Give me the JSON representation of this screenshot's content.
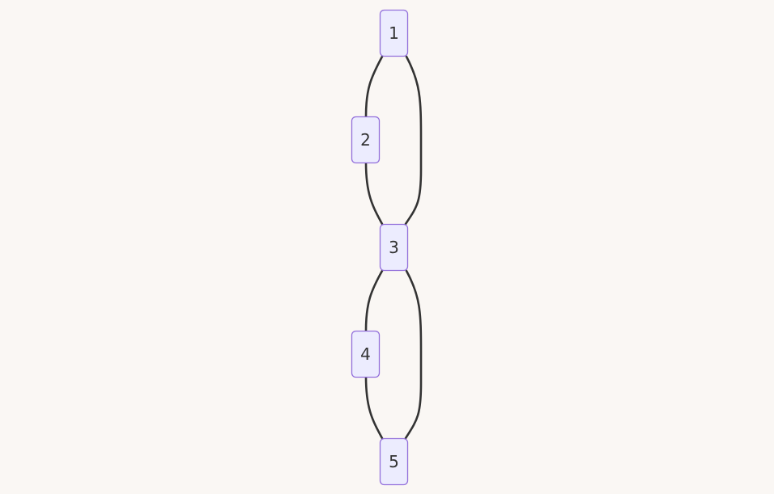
{
  "diagram": {
    "type": "flowchart",
    "background_color": "#faf7f4",
    "node_fill_color": "#ececfe",
    "node_border_color": "#9370db",
    "edge_color": "#333333",
    "text_color": "#333333",
    "nodes": [
      {
        "id": "n1",
        "label": "1"
      },
      {
        "id": "n2",
        "label": "2"
      },
      {
        "id": "n3",
        "label": "3"
      },
      {
        "id": "n4",
        "label": "4"
      },
      {
        "id": "n5",
        "label": "5"
      }
    ],
    "edges": [
      {
        "from": "n1",
        "to": "n2"
      },
      {
        "from": "n1",
        "to": "n3"
      },
      {
        "from": "n2",
        "to": "n3"
      },
      {
        "from": "n3",
        "to": "n4"
      },
      {
        "from": "n3",
        "to": "n5"
      },
      {
        "from": "n4",
        "to": "n5"
      }
    ]
  }
}
